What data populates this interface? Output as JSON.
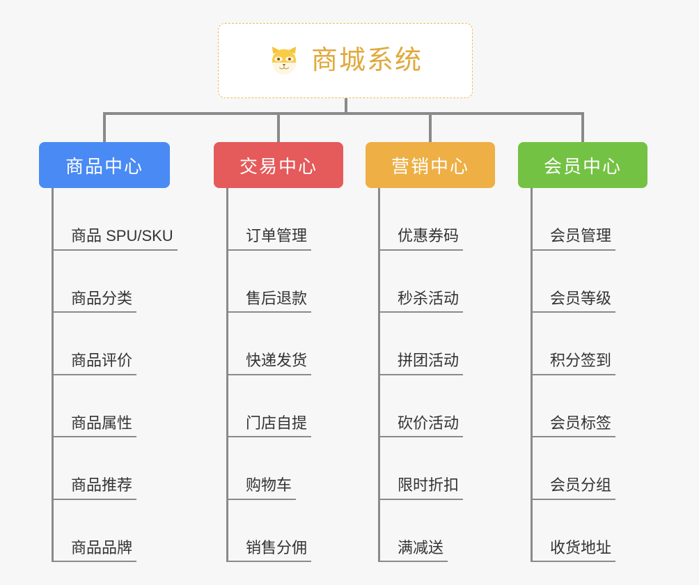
{
  "diagram": {
    "type": "mindmap",
    "root": {
      "title": "商城系统",
      "icon": "dog-face-icon",
      "icon_emoji": "🐶",
      "border_color": "#f0b860",
      "text_color": "#e0a93b",
      "background": "#ffffff"
    },
    "canvas_background": "#f7f7f7",
    "connector_color": "#8a8a8a",
    "branches": [
      {
        "label": "商品中心",
        "color": "#4a8af4",
        "items": [
          "商品 SPU/SKU",
          "商品分类",
          "商品评价",
          "商品属性",
          "商品推荐",
          "商品品牌"
        ]
      },
      {
        "label": "交易中心",
        "color": "#e55a5a",
        "items": [
          "订单管理",
          "售后退款",
          "快递发货",
          "门店自提",
          "购物车",
          "销售分佣"
        ]
      },
      {
        "label": "营销中心",
        "color": "#eeaf45",
        "items": [
          "优惠券码",
          "秒杀活动",
          "拼团活动",
          "砍价活动",
          "限时折扣",
          "满减送"
        ]
      },
      {
        "label": "会员中心",
        "color": "#74c244",
        "items": [
          "会员管理",
          "会员等级",
          "积分签到",
          "会员标签",
          "会员分组",
          "收货地址"
        ]
      }
    ]
  }
}
